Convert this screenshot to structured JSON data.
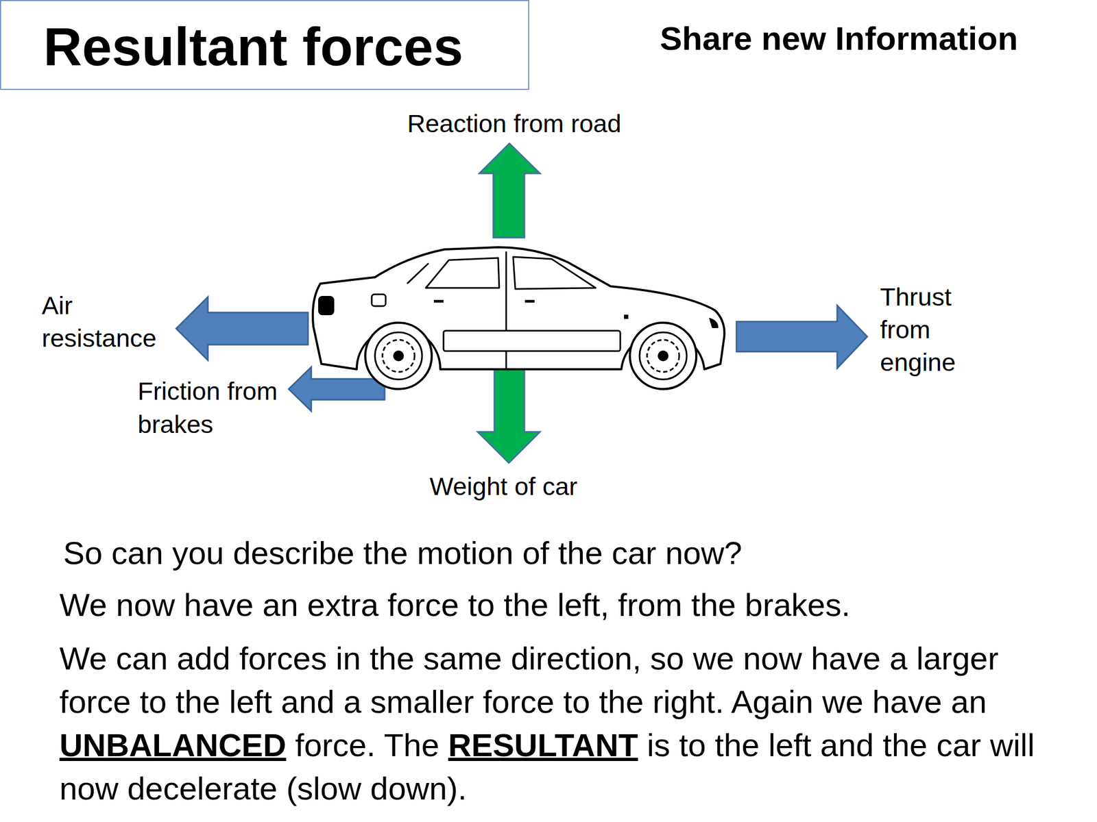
{
  "diagram": {
    "title": "Resultant forces",
    "labels": [
      "Share new Information",
      "Reaction from road",
      "Air resistance",
      "Thrust from engine",
      "Friction from brakes",
      "Weight of car",
      "So can you describe the motion of the car now?",
      "We now have an extra force to the left, from the brakes.",
      "We can add forces in the same direction, so we now have a larger force to the left and a smaller force to the right. Again we have an",
      "UNBALANCED",
      "force. The",
      "RESULTANT",
      "is to the left and the car will now decelerate (slow down)."
    ]
  }
}
